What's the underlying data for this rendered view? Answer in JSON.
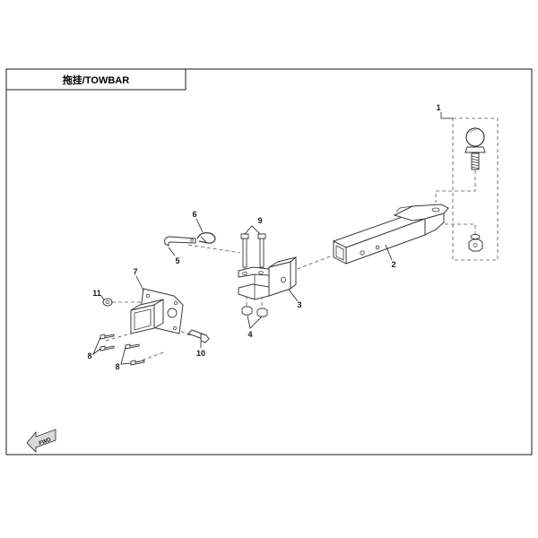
{
  "header": {
    "title": "拖挂/TOWBAR"
  },
  "callouts": [
    {
      "id": "c1",
      "text": "1"
    },
    {
      "id": "c2",
      "text": "2"
    },
    {
      "id": "c3",
      "text": "3"
    },
    {
      "id": "c4",
      "text": "4"
    },
    {
      "id": "c5",
      "text": "5"
    },
    {
      "id": "c6",
      "text": "6"
    },
    {
      "id": "c7",
      "text": "7"
    },
    {
      "id": "c8a",
      "text": "8"
    },
    {
      "id": "c8b",
      "text": "8"
    },
    {
      "id": "c9",
      "text": "9"
    },
    {
      "id": "c10",
      "text": "10"
    },
    {
      "id": "c11",
      "text": "11"
    }
  ],
  "direction_badge": {
    "text": "FWD",
    "icon": "forward-arrow-icon"
  },
  "colors": {
    "line": "#1a1a1a",
    "part_stroke": "#3a3a3a",
    "part_fill": "#ffffff",
    "shadow": "#d9d9d9"
  }
}
